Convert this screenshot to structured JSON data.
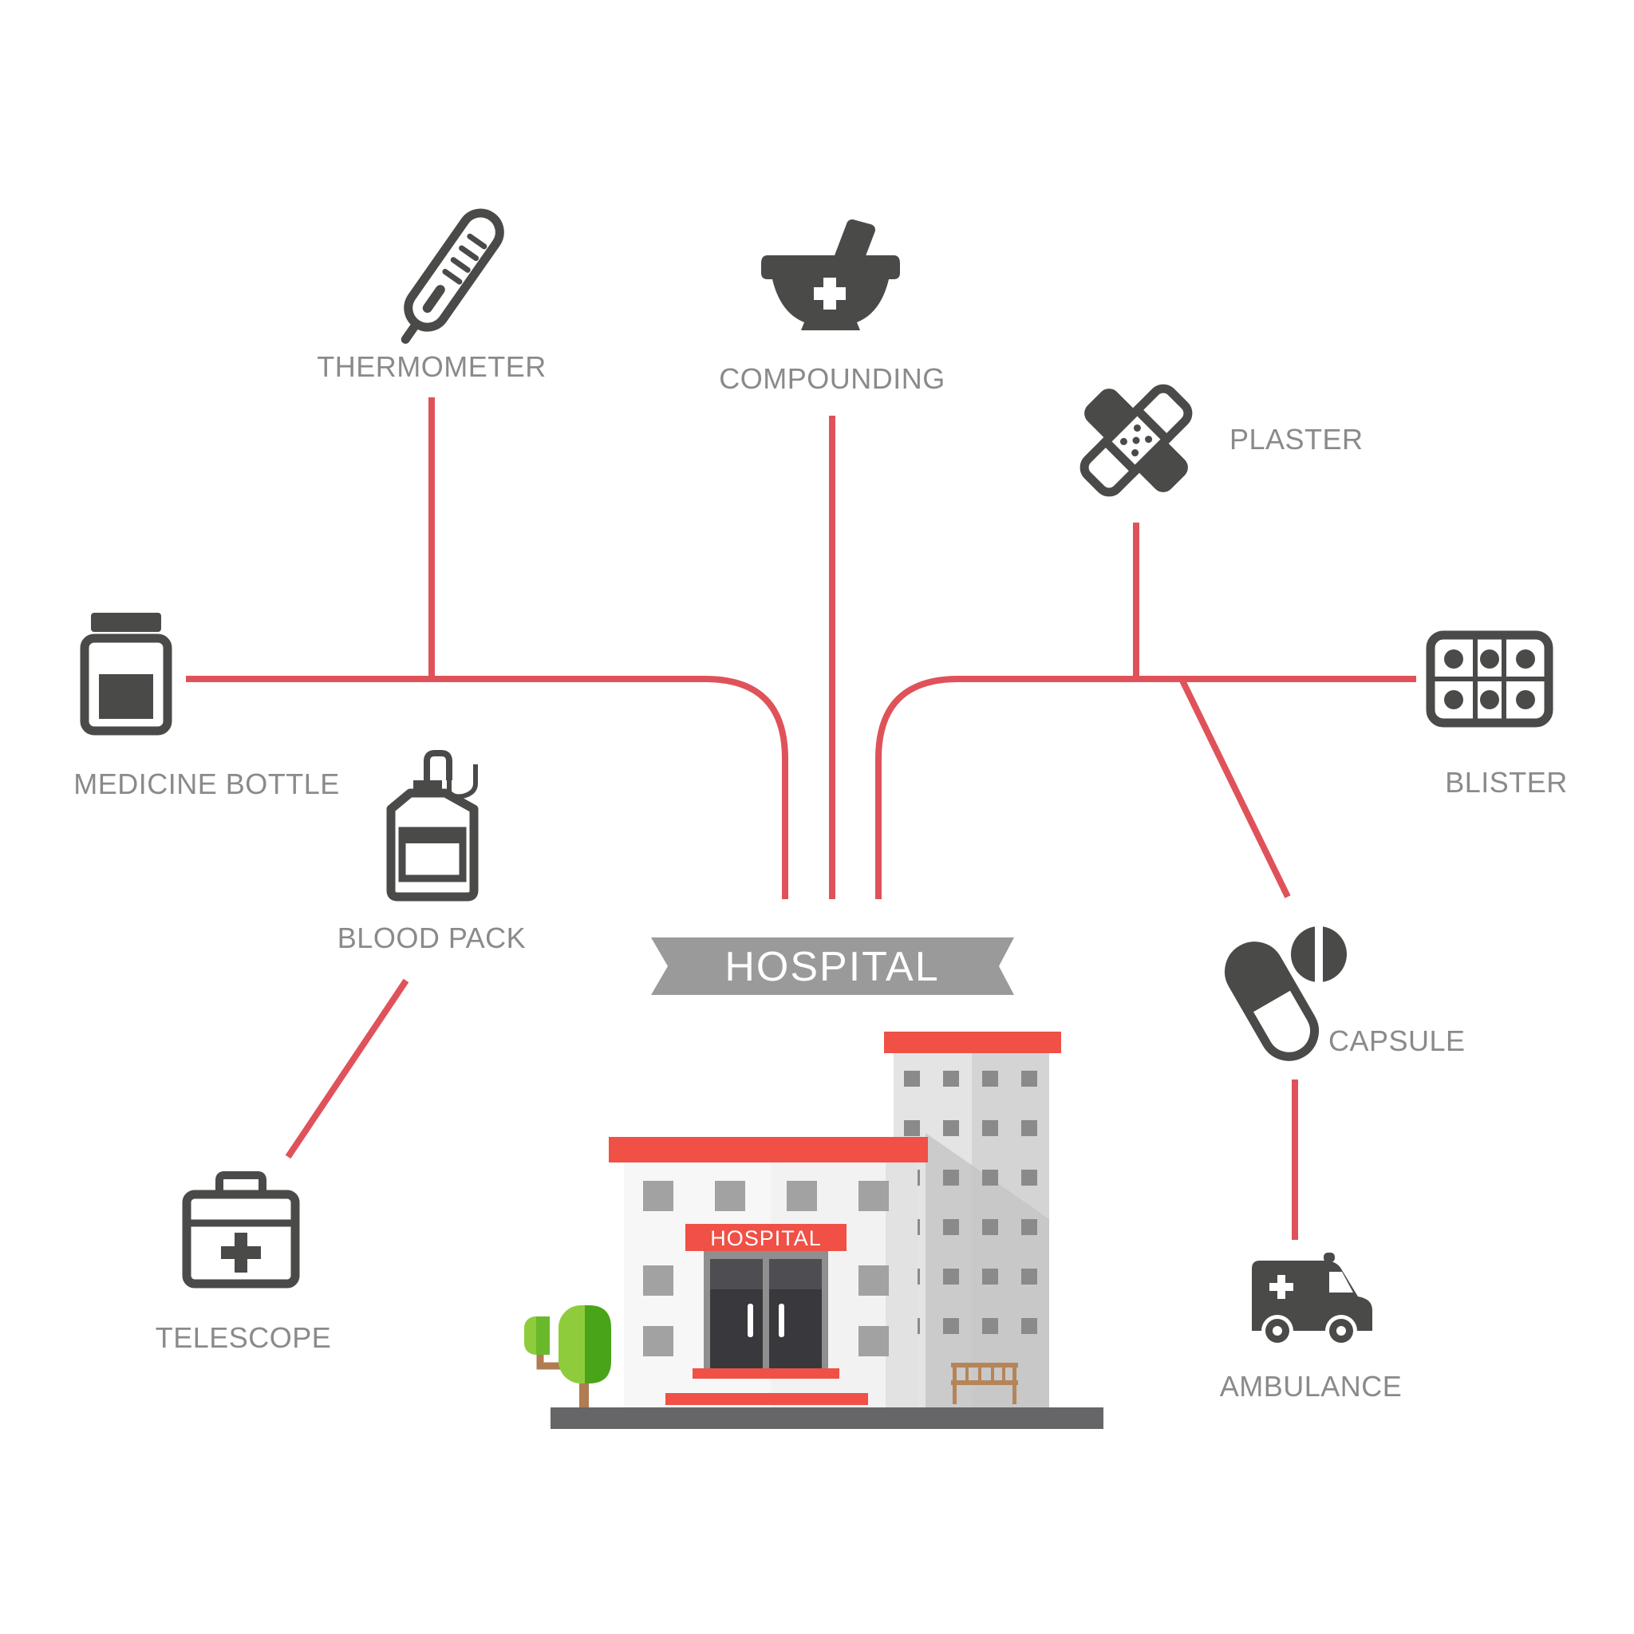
{
  "center": {
    "banner_label": "HOSPITAL",
    "sign_label": "HOSPITAL"
  },
  "nodes": [
    {
      "id": "thermometer",
      "label": "THERMOMETER",
      "icon": "thermometer-icon"
    },
    {
      "id": "compounding",
      "label": "COMPOUNDING",
      "icon": "mortar-pestle-icon"
    },
    {
      "id": "plaster",
      "label": "PLASTER",
      "icon": "plaster-icon"
    },
    {
      "id": "medicine_bottle",
      "label": "MEDICINE BOTTLE",
      "icon": "medicine-bottle-icon"
    },
    {
      "id": "blister",
      "label": "BLISTER",
      "icon": "blister-pack-icon"
    },
    {
      "id": "blood_pack",
      "label": "BLOOD PACK",
      "icon": "blood-pack-icon"
    },
    {
      "id": "capsule",
      "label": "CAPSULE",
      "icon": "capsule-icon"
    },
    {
      "id": "telescope",
      "label": "TELESCOPE",
      "icon": "first-aid-kit-icon"
    },
    {
      "id": "ambulance",
      "label": "AMBULANCE",
      "icon": "ambulance-icon"
    }
  ],
  "colors": {
    "connector": "#e0525a",
    "icon": "#4a4a48",
    "label": "#8a8a8a",
    "banner": "#9a9a9a",
    "roof": "#f05046"
  }
}
